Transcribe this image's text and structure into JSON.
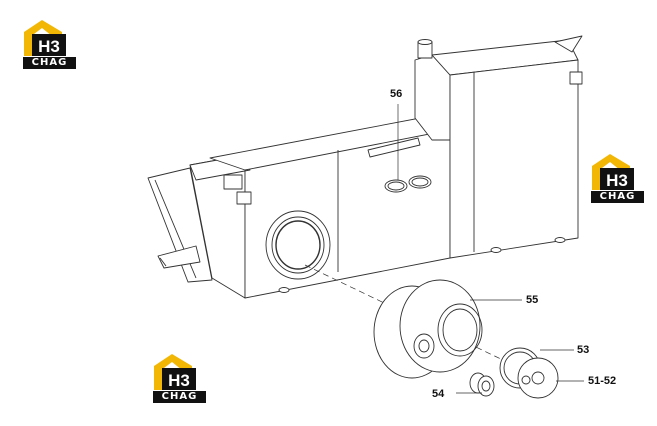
{
  "logos": [
    {
      "mark": "H3",
      "brand": "CHAG"
    },
    {
      "mark": "H3",
      "brand": "CHAG"
    },
    {
      "mark": "H3",
      "brand": "CHAG"
    }
  ],
  "callouts": {
    "c56": "56",
    "c55": "55",
    "c53": "53",
    "c54": "54",
    "c5152": "51-52"
  },
  "colors": {
    "logo_yellow": "#f2b705",
    "logo_black": "#111111",
    "line": "#333333"
  }
}
